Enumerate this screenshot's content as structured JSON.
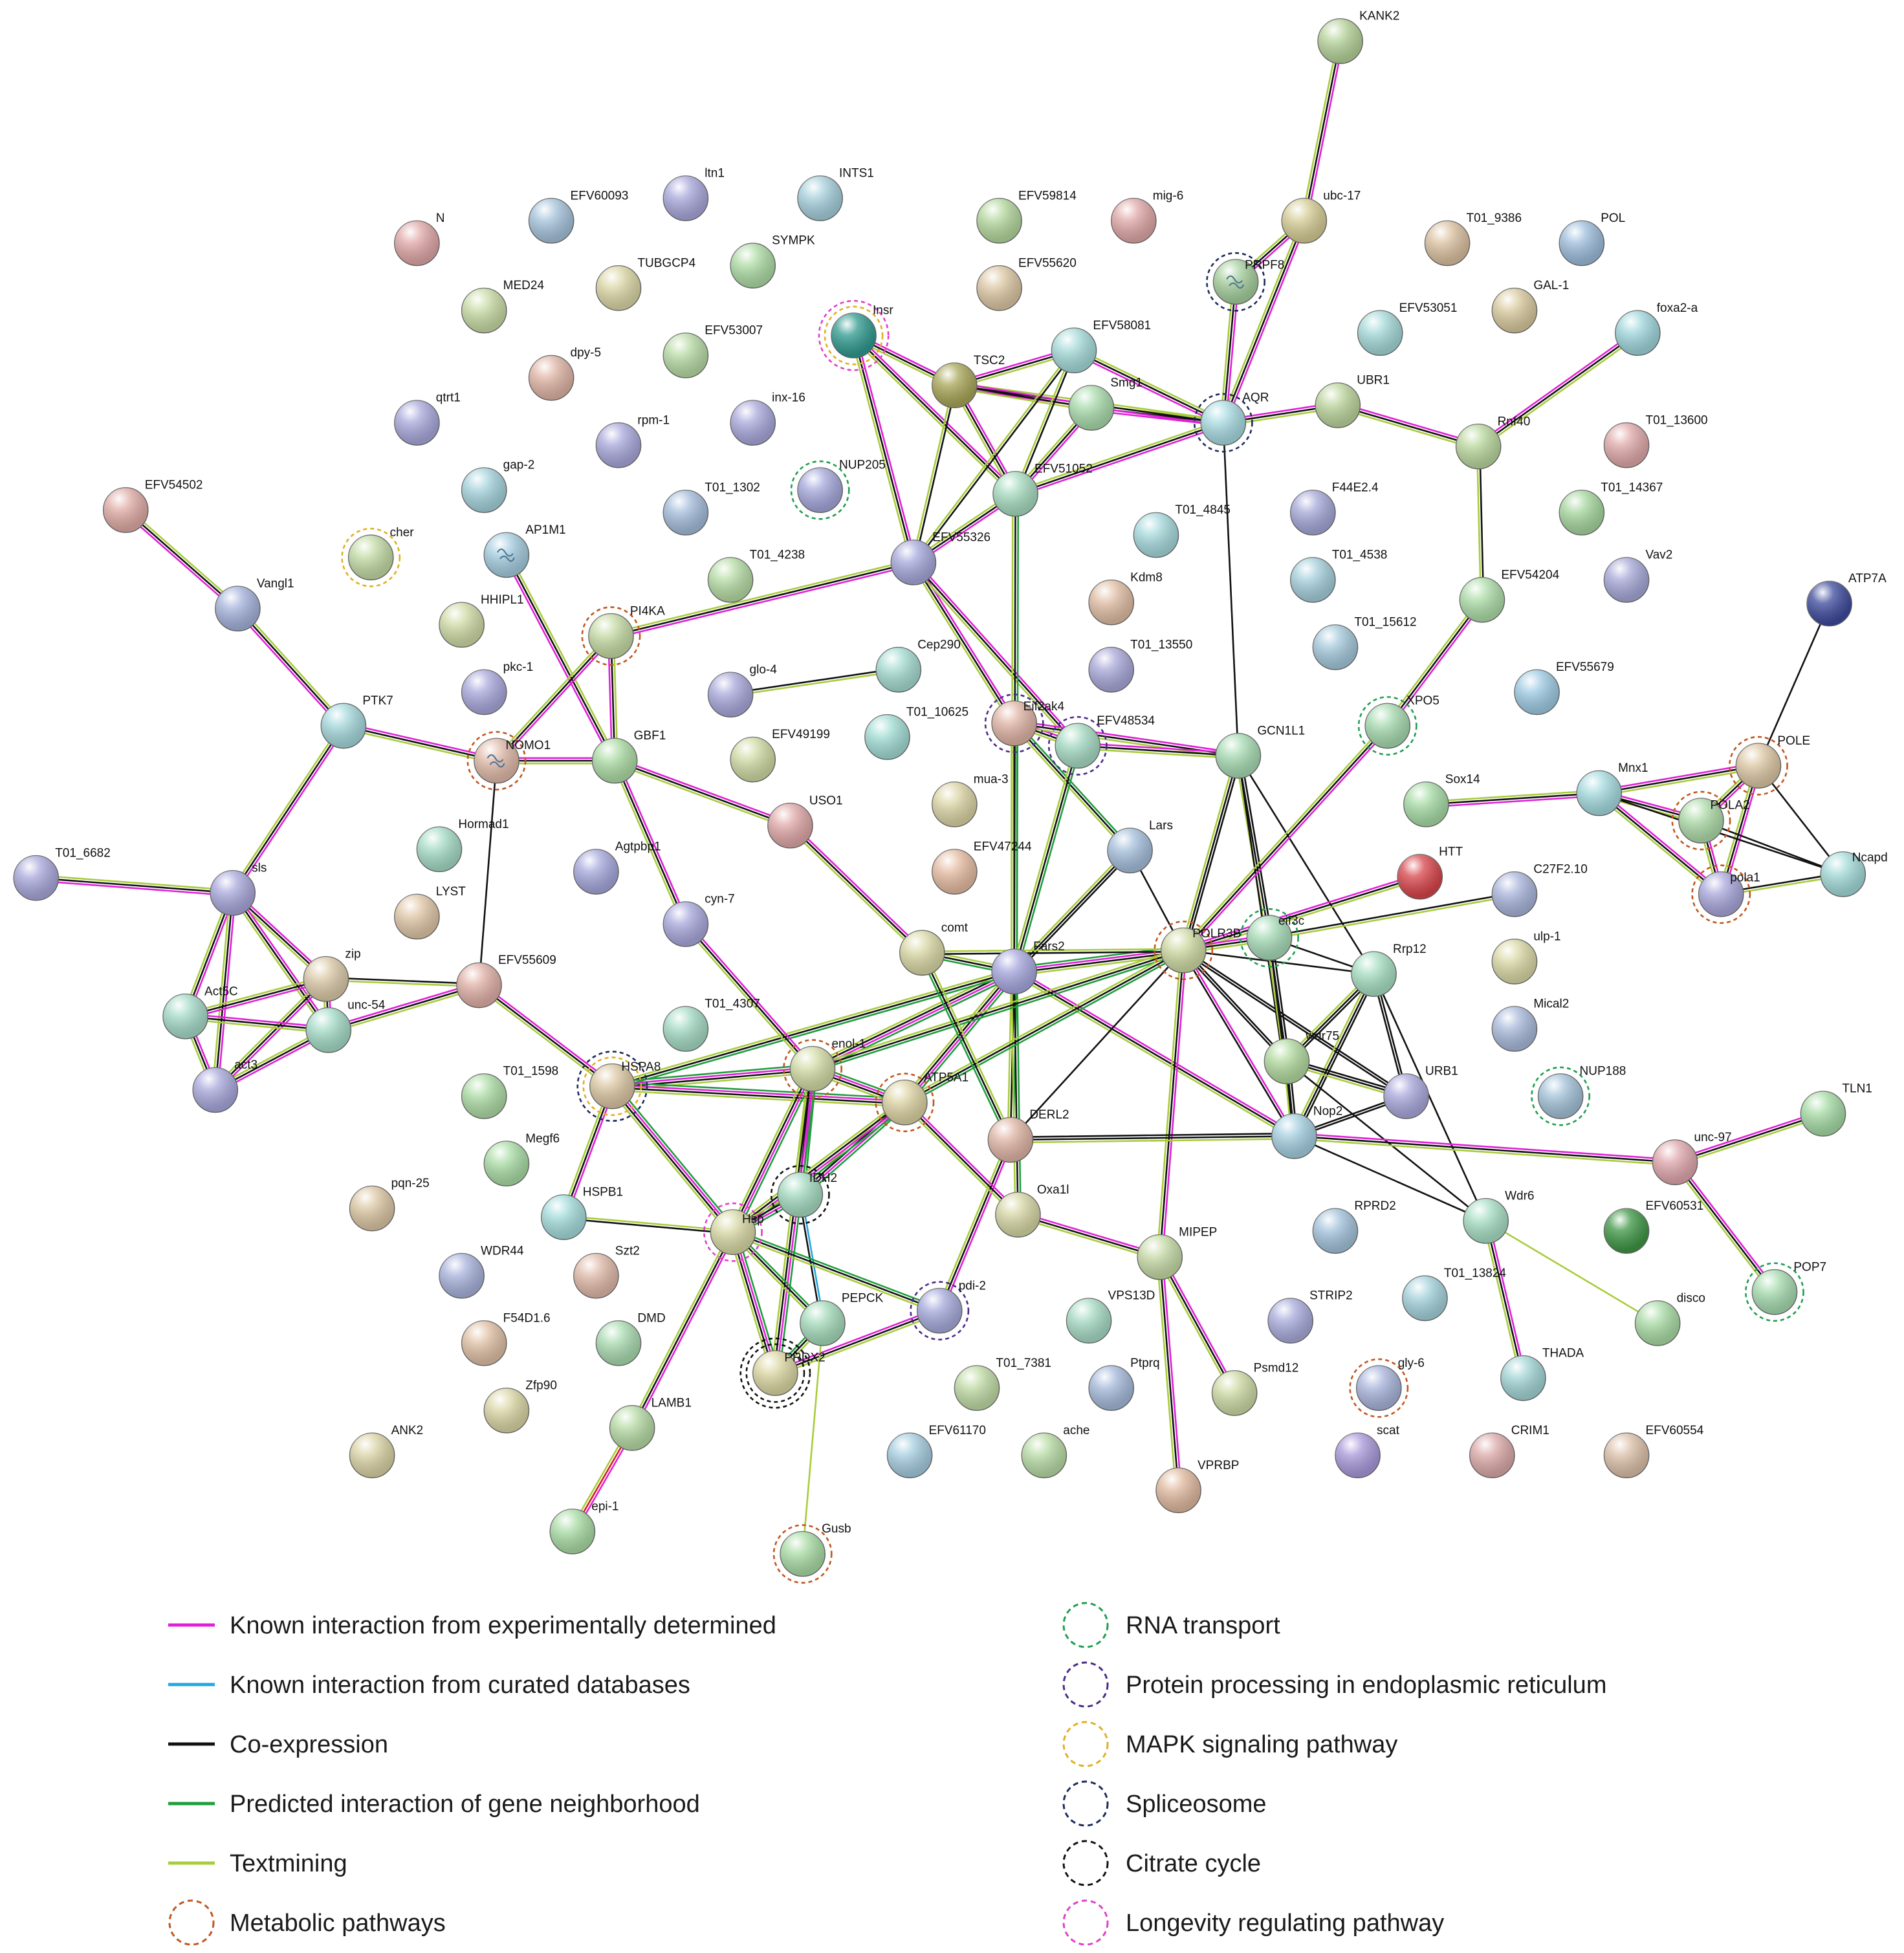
{
  "nodes": [
    {
      "id": "KANK2",
      "c": "#b6d39a"
    },
    {
      "id": "ubc-17",
      "c": "#d6cd96"
    },
    {
      "id": "PRPF8",
      "c": "#a5cf9d",
      "sp": "black"
    },
    {
      "id": "AQR",
      "c": "#a7dbe2"
    },
    {
      "id": "UBR1",
      "c": "#bcd59d"
    },
    {
      "id": "Rnf40",
      "c": "#bad89e"
    },
    {
      "id": "foxa2-a",
      "c": "#9fd6dc"
    },
    {
      "id": "T01_9386",
      "c": "#dbc1a0"
    },
    {
      "id": "POL",
      "c": "#9dbddc"
    },
    {
      "id": "GAL-1",
      "c": "#d9ca9e"
    },
    {
      "id": "EFV53051",
      "c": "#a5d9d9"
    },
    {
      "id": "T01_13600",
      "c": "#e0a9a9"
    },
    {
      "id": "T01_14367",
      "c": "#a6d79e"
    },
    {
      "id": "Vav2",
      "c": "#a7a8d8"
    },
    {
      "id": "F44E2.4",
      "c": "#a5a8d8"
    },
    {
      "id": "T01_4845",
      "c": "#a6d9dc"
    },
    {
      "id": "T01_4538",
      "c": "#a5cfdc"
    },
    {
      "id": "Kdm8",
      "c": "#e0bea4"
    },
    {
      "id": "T01_15612",
      "c": "#a5c9dc"
    },
    {
      "id": "T01_13550",
      "c": "#a9a8d9"
    },
    {
      "id": "EFV54204",
      "c": "#aedda9"
    },
    {
      "id": "EFV55679",
      "c": "#9fcbe4"
    },
    {
      "id": "XPO5",
      "c": "#a7dbb0"
    },
    {
      "id": "ATP7A",
      "c": "#3d4a9c"
    },
    {
      "id": "POLE",
      "c": "#dcc7a3"
    },
    {
      "id": "Mnx1",
      "c": "#a5dbdf"
    },
    {
      "id": "Sox14",
      "c": "#a7dca6"
    },
    {
      "id": "POLA2",
      "c": "#aedba9"
    },
    {
      "id": "pola1",
      "c": "#a9a7dc"
    },
    {
      "id": "Ncapd",
      "c": "#a3dbd9"
    },
    {
      "id": "GCN1L1",
      "c": "#a7dbb3"
    },
    {
      "id": "HTT",
      "c": "#d8454a"
    },
    {
      "id": "C27F2.10",
      "c": "#a9b5dc"
    },
    {
      "id": "ulp-1",
      "c": "#dad8a5"
    },
    {
      "id": "Mical2",
      "c": "#a9badb"
    },
    {
      "id": "eif3c",
      "c": "#a7dbb7"
    },
    {
      "id": "Rrp12",
      "c": "#a7dfc2"
    },
    {
      "id": "NUP188",
      "c": "#a3c3d9"
    },
    {
      "id": "TLN1",
      "c": "#a7dca6"
    },
    {
      "id": "wdr75",
      "c": "#b2da9f"
    },
    {
      "id": "URB1",
      "c": "#a9a8dc"
    },
    {
      "id": "Nop2",
      "c": "#a5cfe0"
    },
    {
      "id": "unc-97",
      "c": "#e0a7ad"
    },
    {
      "id": "EFV60531",
      "c": "#3f9645"
    },
    {
      "id": "Wdr6",
      "c": "#a7dfc4"
    },
    {
      "id": "POP7",
      "c": "#a7dcb0"
    },
    {
      "id": "RPRD2",
      "c": "#a3c3dc"
    },
    {
      "id": "T01_13824",
      "c": "#a5d3dc"
    },
    {
      "id": "disco",
      "c": "#a9dca5"
    },
    {
      "id": "STRIP2",
      "c": "#a9abdc"
    },
    {
      "id": "THADA",
      "c": "#a3d5d5"
    },
    {
      "id": "gly-6",
      "c": "#a9b5dc",
      "rp": "brown"
    },
    {
      "id": "scat",
      "c": "#a999db"
    },
    {
      "id": "CRIM1",
      "c": "#dca9a9"
    },
    {
      "id": "EFV60554",
      "c": "#dcc0a9"
    },
    {
      "id": "MIPEP",
      "c": "#c7dba7"
    },
    {
      "id": "VPS13D",
      "c": "#a7dbc4"
    },
    {
      "id": "Ptprq",
      "c": "#a5badb"
    },
    {
      "id": "Psmd12",
      "c": "#cddba5"
    },
    {
      "id": "VPRBP",
      "c": "#e0b99f"
    },
    {
      "id": "T01_7381",
      "c": "#c0dba5"
    },
    {
      "id": "EFV61170",
      "c": "#a5cde0"
    },
    {
      "id": "ache",
      "c": "#b8dba5"
    },
    {
      "id": "DERL2",
      "c": "#e0b5a5"
    },
    {
      "id": "Oxa1l",
      "c": "#d6d6a5"
    },
    {
      "id": "pdi-2",
      "c": "#a7abdc"
    },
    {
      "id": "Fars2",
      "c": "#a7a8df"
    },
    {
      "id": "POLR3B",
      "c": "#cfdaa3"
    },
    {
      "id": "comt",
      "c": "#d9d8a5"
    },
    {
      "id": "Lars",
      "c": "#a5bfdc"
    },
    {
      "id": "EFV47244",
      "c": "#e6bca3"
    },
    {
      "id": "mua-3",
      "c": "#dbd4a5"
    },
    {
      "id": "Eif2ak4",
      "c": "#e0b4a5"
    },
    {
      "id": "EFV48534",
      "c": "#a7dbc4"
    },
    {
      "id": "T01_10625",
      "c": "#a3ddd5"
    },
    {
      "id": "Cep290",
      "c": "#a5dcd2"
    },
    {
      "id": "glo-4",
      "c": "#a9a8dc"
    },
    {
      "id": "EFV49199",
      "c": "#cfdaa3"
    },
    {
      "id": "USO1",
      "c": "#e0a7a7"
    },
    {
      "id": "cyn-7",
      "c": "#a9a8dc"
    },
    {
      "id": "Agtpbp1",
      "c": "#a5a8dc"
    },
    {
      "id": "EFV55326",
      "c": "#a7a8dc"
    },
    {
      "id": "EFV51052",
      "c": "#a7dbc0"
    },
    {
      "id": "Smg1",
      "c": "#a9dbac"
    },
    {
      "id": "EFV58081",
      "c": "#a5dbd9"
    },
    {
      "id": "TSC2",
      "c": "#a8a657"
    },
    {
      "id": "Insr",
      "c": "#2f9a8f"
    },
    {
      "id": "EFV59814",
      "c": "#b4d89d"
    },
    {
      "id": "mig-6",
      "c": "#e0a7a7"
    },
    {
      "id": "EFV55620",
      "c": "#dcc7a3"
    },
    {
      "id": "NUP205",
      "c": "#a5a8dc"
    },
    {
      "id": "T01_1302",
      "c": "#a5bddc"
    },
    {
      "id": "T01_4238",
      "c": "#b6dca5"
    },
    {
      "id": "inx-16",
      "c": "#a9a8dc"
    },
    {
      "id": "rpm-1",
      "c": "#a9a8dc"
    },
    {
      "id": "EFV53007",
      "c": "#b8dba5"
    },
    {
      "id": "SYMPK",
      "c": "#aedca5"
    },
    {
      "id": "INTS1",
      "c": "#a5cfdc"
    },
    {
      "id": "ltn1",
      "c": "#a9a8dc"
    },
    {
      "id": "EFV60093",
      "c": "#a5c3dc"
    },
    {
      "id": "N",
      "c": "#e0a7a7"
    },
    {
      "id": "TUBGCP4",
      "c": "#dbd6a5"
    },
    {
      "id": "MED24",
      "c": "#c9dba5"
    },
    {
      "id": "dpy-5",
      "c": "#e0b5a5"
    },
    {
      "id": "qtrt1",
      "c": "#a9a8dc"
    },
    {
      "id": "gap-2",
      "c": "#a5d3dc"
    },
    {
      "id": "AP1M1",
      "c": "#a5cde0"
    },
    {
      "id": "cher",
      "c": "#c3dba5"
    },
    {
      "id": "EFV54502",
      "c": "#e0aba5"
    },
    {
      "id": "Vangl1",
      "c": "#a5b3dc"
    },
    {
      "id": "HHIPL1",
      "c": "#cfdba5"
    },
    {
      "id": "PI4KA",
      "c": "#c6dba5"
    },
    {
      "id": "pkc-1",
      "c": "#a9a8dc"
    },
    {
      "id": "PTK7",
      "c": "#a5d8dc"
    },
    {
      "id": "NOMO1",
      "c": "#e0baa9"
    },
    {
      "id": "GBF1",
      "c": "#addca5"
    },
    {
      "id": "Hormad1",
      "c": "#a5dcc6"
    },
    {
      "id": "LYST",
      "c": "#e0c7a7"
    },
    {
      "id": "T01_6682",
      "c": "#a9a8dc"
    },
    {
      "id": "sls",
      "c": "#a9a8dc"
    },
    {
      "id": "zip",
      "c": "#dccaa9"
    },
    {
      "id": "Act5C",
      "c": "#a5dbc8"
    },
    {
      "id": "unc-54",
      "c": "#a5dcc8"
    },
    {
      "id": "act3",
      "c": "#a9a8dc"
    },
    {
      "id": "EFV55609",
      "c": "#e0b0a7"
    },
    {
      "id": "T01_4307",
      "c": "#a5dbc4"
    },
    {
      "id": "T01_1598",
      "c": "#addca5"
    },
    {
      "id": "HSPA8",
      "c": "#dcc7a3"
    },
    {
      "id": "enol-1",
      "c": "#d3dba5"
    },
    {
      "id": "ATP5A1",
      "c": "#dcd3a3"
    },
    {
      "id": "Megf6",
      "c": "#a9dca5"
    },
    {
      "id": "HSPB1",
      "c": "#a5dcdc"
    },
    {
      "id": "IDH2",
      "c": "#a5dbc0"
    },
    {
      "id": "Hsp",
      "c": "#d8d9a5"
    },
    {
      "id": "pqn-25",
      "c": "#dcc7a3"
    },
    {
      "id": "WDR44",
      "c": "#a9b3dc"
    },
    {
      "id": "Szt2",
      "c": "#e0b9a9"
    },
    {
      "id": "F54D1.6",
      "c": "#e0c0a5"
    },
    {
      "id": "DMD",
      "c": "#a9dbb0"
    },
    {
      "id": "PEPCK",
      "c": "#a5dbbb"
    },
    {
      "id": "PRDX2",
      "c": "#dcd7a3"
    },
    {
      "id": "Zfp90",
      "c": "#dad6a5"
    },
    {
      "id": "LAMB1",
      "c": "#b6dba5"
    },
    {
      "id": "ANK2",
      "c": "#dad3a5"
    },
    {
      "id": "epi-1",
      "c": "#a9dca5"
    },
    {
      "id": "Gusb",
      "c": "#a9dca5"
    }
  ],
  "legend": {
    "edge_types": [
      {
        "label": "Known interaction from experimentally determined",
        "color": "#e020d8"
      },
      {
        "label": "Known interaction from curated databases",
        "color": "#22a8e0"
      },
      {
        "label": "Co-expression",
        "color": "#111111"
      },
      {
        "label": "Predicted interaction of gene neighborhood",
        "color": "#1e9e3c"
      },
      {
        "label": "Textmining",
        "color": "#a8cc3c"
      },
      {
        "label": "Metabolic pathways",
        "color": "#c0561e",
        "ring": true
      }
    ],
    "pathways": [
      {
        "label": "RNA transport",
        "color": "#1e9e50"
      },
      {
        "label": "Protein processing in endoplasmic reticulum",
        "color": "#4a2a8a"
      },
      {
        "label": "MAPK signaling pathway",
        "color": "#e0b020"
      },
      {
        "label": "Spliceosome",
        "color": "#1e2a5a"
      },
      {
        "label": "Citrate cycle",
        "color": "#111111"
      },
      {
        "label": "Longevity regulating pathway",
        "color": "#e040c8"
      }
    ]
  }
}
